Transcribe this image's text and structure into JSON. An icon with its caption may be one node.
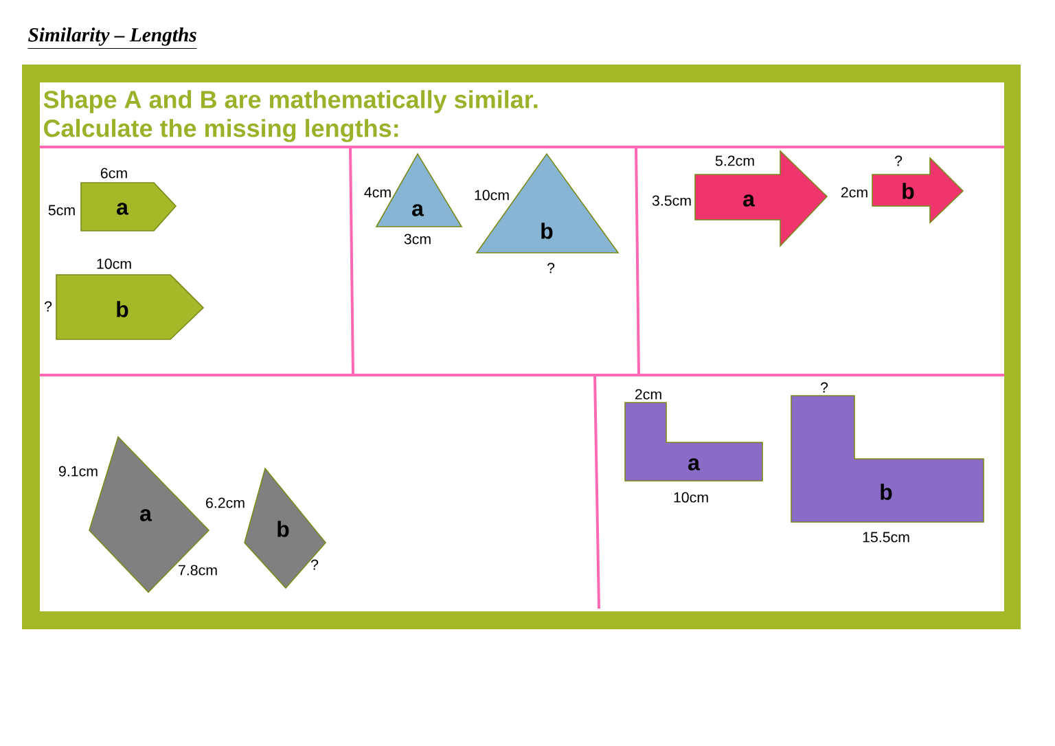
{
  "diagram": {
    "title": "Similarity – Lengths",
    "nodes": [
      {
        "text": [
          "a"
        ],
        "beside": [
          "6cm",
          "5cm"
        ]
      },
      {
        "text": [
          "b"
        ],
        "beside": [
          "10cm",
          "?"
        ]
      },
      {
        "text": [
          "a"
        ],
        "beside": [
          "4cm",
          "3cm"
        ]
      },
      {
        "text": [
          "b"
        ],
        "beside": [
          "10cm",
          "?"
        ]
      },
      {
        "text": [
          "a"
        ],
        "beside": [
          "5.2cm",
          "3.5cm"
        ]
      },
      {
        "text": [
          "b"
        ],
        "beside": [
          "?",
          "2cm"
        ]
      },
      {
        "text": [
          "a"
        ],
        "beside": [
          "9.1cm",
          "7.8cm"
        ]
      },
      {
        "text": [
          "b"
        ],
        "beside": [
          "6.2cm",
          "?"
        ]
      },
      {
        "text": [
          "a"
        ],
        "beside": [
          "2cm",
          "10cm"
        ]
      },
      {
        "text": [
          "b"
        ],
        "beside": [
          "?",
          "15.5cm"
        ]
      }
    ],
    "labels": [
      "Shape A and B are mathematically similar.",
      "Calculate the missing lengths:"
    ]
  }
}
